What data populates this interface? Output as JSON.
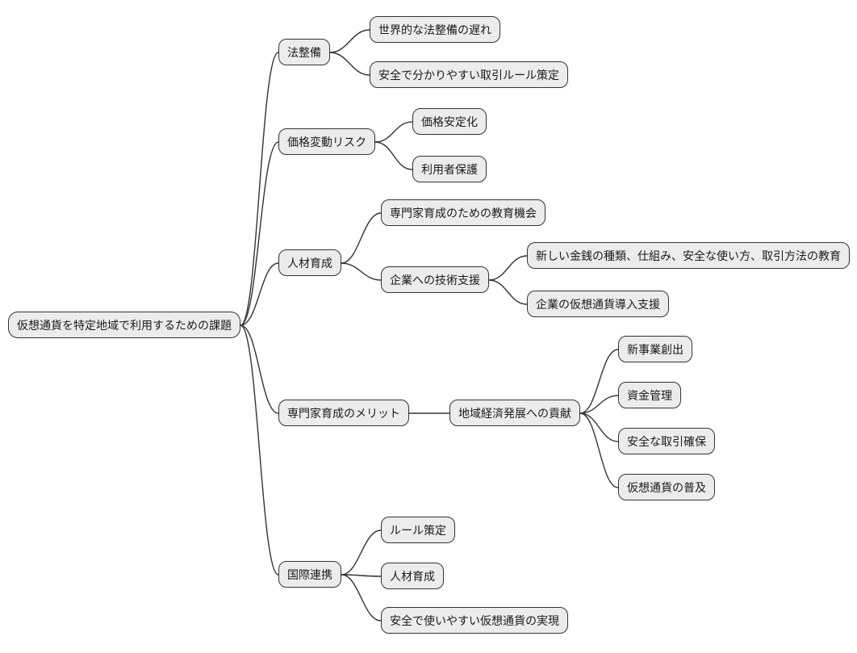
{
  "diagram_type": "mindmap",
  "colors": {
    "background": "#ffffff",
    "node_fill": "#ececec",
    "node_border": "#333333",
    "edge": "#333333",
    "text": "#1a1a1a"
  },
  "mindmap": {
    "root": {
      "label": "仮想通貨を特定地域で利用するための課題",
      "children": [
        {
          "label": "法整備",
          "children": [
            {
              "label": "世界的な法整備の遅れ"
            },
            {
              "label": "安全で分かりやすい取引ルール策定"
            }
          ]
        },
        {
          "label": "価格変動リスク",
          "children": [
            {
              "label": "価格安定化"
            },
            {
              "label": "利用者保護"
            }
          ]
        },
        {
          "label": "人材育成",
          "children": [
            {
              "label": "専門家育成のための教育機会"
            },
            {
              "label": "企業への技術支援",
              "children": [
                {
                  "label": "新しい金銭の種類、仕組み、安全な使い方、取引方法の教育"
                },
                {
                  "label": "企業の仮想通貨導入支援"
                }
              ]
            }
          ]
        },
        {
          "label": "専門家育成のメリット",
          "children": [
            {
              "label": "地域経済発展への貢献",
              "children": [
                {
                  "label": "新事業創出"
                },
                {
                  "label": "資金管理"
                },
                {
                  "label": "安全な取引確保"
                },
                {
                  "label": "仮想通貨の普及"
                }
              ]
            }
          ]
        },
        {
          "label": "国際連携",
          "children": [
            {
              "label": "ルール策定"
            },
            {
              "label": "人材育成"
            },
            {
              "label": "安全で使いやすい仮想通貨の実現"
            }
          ]
        }
      ]
    }
  }
}
